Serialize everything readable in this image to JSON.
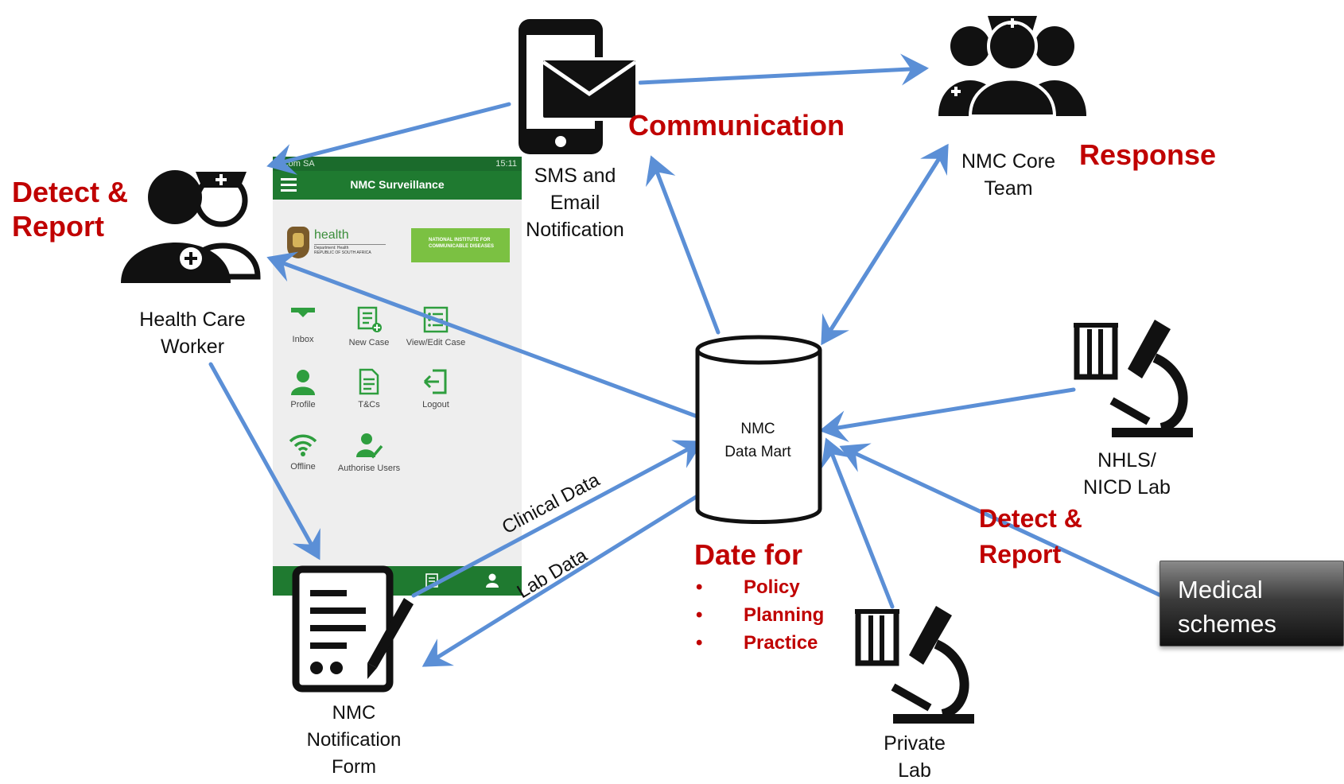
{
  "phone": {
    "carrier": "acom SA",
    "time": "15:11",
    "app_title": "NMC Surveillance",
    "logo_health": "health",
    "logo_health_sub": "Department: Health\nREPUBLIC OF SOUTH AFRICA",
    "logo_nicd": "NATIONAL INSTITUTE FOR COMMUNICABLE DISEASES",
    "menu": [
      {
        "label": "Inbox",
        "icon": "inbox-icon"
      },
      {
        "label": "New Case",
        "icon": "new-case-icon"
      },
      {
        "label": "View/Edit Case",
        "icon": "view-edit-case-icon"
      },
      {
        "label": "Profile",
        "icon": "profile-icon"
      },
      {
        "label": "T&Cs",
        "icon": "terms-icon"
      },
      {
        "label": "Logout",
        "icon": "logout-icon"
      },
      {
        "label": "Offline",
        "icon": "wifi-icon"
      },
      {
        "label": "Authorise Users",
        "icon": "authorise-users-icon"
      }
    ]
  },
  "nodes": {
    "health_worker": {
      "title": "Detect &\nReport",
      "caption": "Health Care\nWorker"
    },
    "sms": {
      "caption": "SMS and\nEmail\nNotification"
    },
    "communication": {
      "title": "Communication"
    },
    "core_team": {
      "caption": "NMC Core\nTeam"
    },
    "response": {
      "title": "Response"
    },
    "data_mart": {
      "caption": "NMC\nData Mart"
    },
    "date_for": {
      "title": "Date for",
      "items": [
        "Policy",
        "Planning",
        "Practice"
      ],
      "bullet": "•"
    },
    "nhls": {
      "caption": "NHLS/\nNICD Lab"
    },
    "lab_detect": {
      "title": "Detect &\nReport"
    },
    "private_lab": {
      "caption": "Private\nLab"
    },
    "notification_form": {
      "caption": "NMC\nNotification\nForm"
    },
    "medical_schemes": {
      "label": "Medical\nschemes"
    }
  },
  "edges": {
    "clinical": "Clinical Data",
    "lab": "Lab Data"
  },
  "colors": {
    "arrow": "#5b8fd6",
    "accent_red": "#c00000",
    "app_green": "#1f7a30",
    "icon_green": "#2e9e3e"
  }
}
